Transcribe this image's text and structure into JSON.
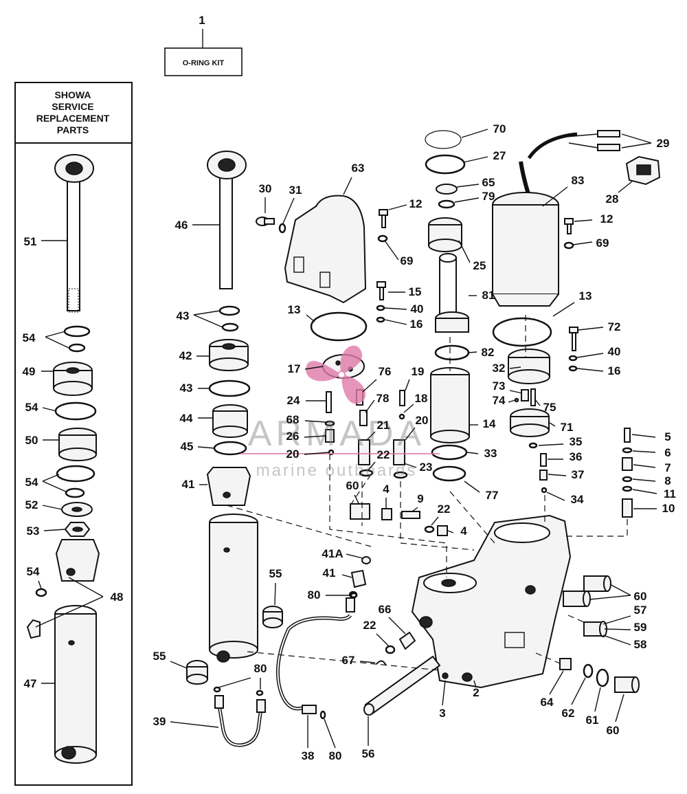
{
  "kit": {
    "number": "1",
    "label": "O-RING KIT"
  },
  "showa_box": {
    "line1": "SHOWA",
    "line2": "SERVICE",
    "line3": "REPLACEMENT",
    "line4": "PARTS"
  },
  "watermark": {
    "brand": "ARMADA",
    "tagline": "marine outboards",
    "logo_color": "#e07aa8"
  },
  "callouts": [
    "51",
    "54",
    "49",
    "54",
    "50",
    "54",
    "52",
    "53",
    "54",
    "48",
    "47",
    "46",
    "43",
    "42",
    "43",
    "44",
    "45",
    "41",
    "55",
    "55",
    "39",
    "80",
    "38",
    "80",
    "30",
    "31",
    "63",
    "13",
    "17",
    "24",
    "68",
    "26",
    "20",
    "76",
    "78",
    "19",
    "18",
    "21",
    "20",
    "22",
    "23",
    "12",
    "69",
    "15",
    "40",
    "16",
    "70",
    "27",
    "65",
    "79",
    "25",
    "81",
    "82",
    "14",
    "33",
    "77",
    "29",
    "28",
    "83",
    "12",
    "69",
    "13",
    "72",
    "40",
    "16",
    "32",
    "73",
    "74",
    "75",
    "71",
    "35",
    "36",
    "37",
    "34",
    "5",
    "6",
    "7",
    "8",
    "11",
    "10",
    "60",
    "4",
    "9",
    "22",
    "4",
    "41A",
    "41",
    "80",
    "66",
    "22",
    "67",
    "56",
    "3",
    "2",
    "60",
    "57",
    "59",
    "58",
    "64",
    "62",
    "61",
    "60"
  ]
}
